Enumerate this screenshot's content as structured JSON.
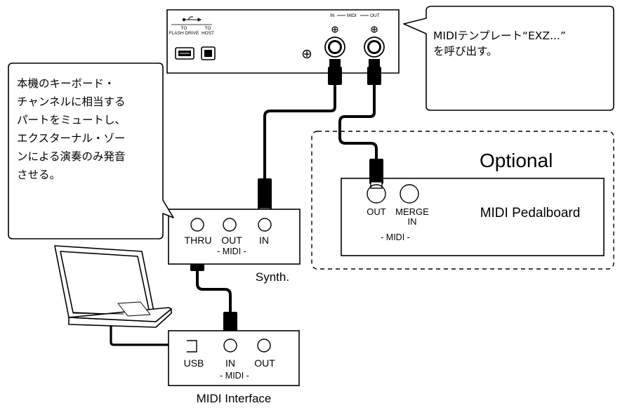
{
  "device": {
    "usb_to_flash": "TO\nFLASH DRIVE",
    "usb_to_host": "TO\nHOST",
    "midi_in": "IN",
    "midi_label": "MIDI",
    "midi_out": "OUT"
  },
  "callout_right": {
    "lines": [
      "MIDIテンプレート“EXZ...”",
      "を呼び出す。"
    ]
  },
  "callout_left": {
    "lines": [
      "本機のキーボード・",
      "チャンネルに相当する",
      "パートをミュートし、",
      "エクスターナル・ゾー",
      "ンによる演奏のみ発音",
      "させる。"
    ]
  },
  "optional": {
    "title": "Optional",
    "pedalboard": {
      "out": "OUT",
      "merge_in": "MERGE\nIN",
      "midi": "- MIDI -",
      "name": "MIDI Pedalboard"
    }
  },
  "synth": {
    "thru": "THRU",
    "out": "OUT",
    "in": "IN",
    "midi": "- MIDI -",
    "name": "Synth."
  },
  "interface": {
    "usb": "USB",
    "in": "IN",
    "out": "OUT",
    "midi": "- MIDI -",
    "name": "MIDI Interface"
  }
}
